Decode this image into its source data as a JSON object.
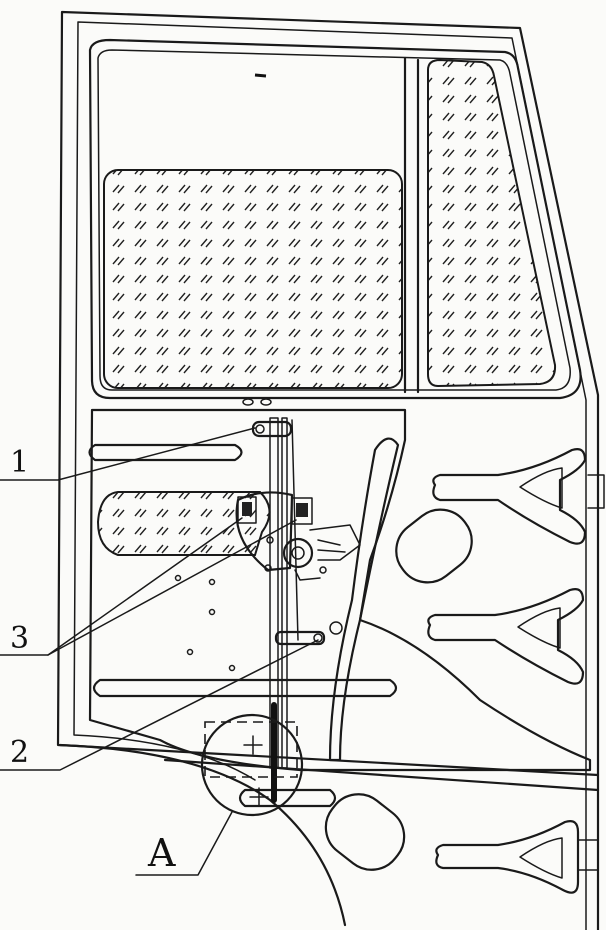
{
  "callouts": [
    {
      "label": "1"
    },
    {
      "label": "2"
    },
    {
      "label": "3"
    },
    {
      "label": "A"
    }
  ],
  "colors": {
    "line": "#1a1a1a",
    "paper": "#fbfbf9"
  }
}
